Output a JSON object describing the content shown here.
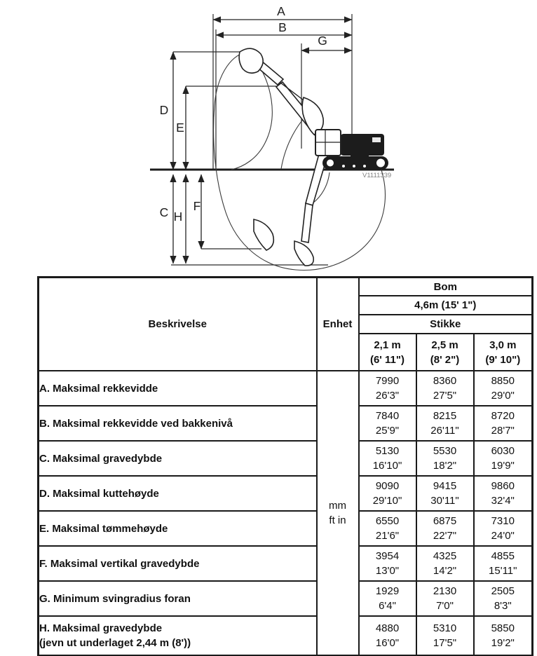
{
  "diagram": {
    "dim_labels": {
      "A": "A",
      "B": "B",
      "G": "G",
      "D": "D",
      "E": "E",
      "C": "C",
      "H": "H",
      "F": "F"
    },
    "figure_code": "V1111339"
  },
  "table": {
    "col_beskrivelse": "Beskrivelse",
    "col_enhet": "Enhet",
    "boom_label": "Bom",
    "boom_size": "4,6m (15' 1\")",
    "stick_label": "Stikke",
    "stick_cols": [
      {
        "size": "2,1 m",
        "imperial": "(6' 11\")"
      },
      {
        "size": "2,5 m",
        "imperial": "(8' 2\")"
      },
      {
        "size": "3,0 m",
        "imperial": "(9' 10\")"
      }
    ],
    "unit_mm": "mm",
    "unit_ftin": "ft in",
    "rows": [
      {
        "desc": "A. Maksimal rekkevidde",
        "v": [
          [
            "7990",
            "26'3\""
          ],
          [
            "8360",
            "27'5\""
          ],
          [
            "8850",
            "29'0\""
          ]
        ]
      },
      {
        "desc": "B. Maksimal rekkevidde ved bakkenivå",
        "v": [
          [
            "7840",
            "25'9\""
          ],
          [
            "8215",
            "26'11\""
          ],
          [
            "8720",
            "28'7\""
          ]
        ]
      },
      {
        "desc": "C. Maksimal gravedybde",
        "v": [
          [
            "5130",
            "16'10\""
          ],
          [
            "5530",
            "18'2\""
          ],
          [
            "6030",
            "19'9\""
          ]
        ]
      },
      {
        "desc": "D. Maksimal kuttehøyde",
        "v": [
          [
            "9090",
            "29'10\""
          ],
          [
            "9415",
            "30'11\""
          ],
          [
            "9860",
            "32'4\""
          ]
        ]
      },
      {
        "desc": "E. Maksimal tømmehøyde",
        "v": [
          [
            "6550",
            "21'6\""
          ],
          [
            "6875",
            "22'7\""
          ],
          [
            "7310",
            "24'0\""
          ]
        ]
      },
      {
        "desc": "F. Maksimal vertikal gravedybde",
        "v": [
          [
            "3954",
            "13'0\""
          ],
          [
            "4325",
            "14'2\""
          ],
          [
            "4855",
            "15'11\""
          ]
        ]
      },
      {
        "desc": "G. Minimum svingradius foran",
        "v": [
          [
            "1929",
            "6'4\""
          ],
          [
            "2130",
            "7'0\""
          ],
          [
            "2505",
            "8'3\""
          ]
        ]
      },
      {
        "desc": "H. Maksimal gravedybde",
        "desc2": "(jevn ut underlaget 2,44 m (8'))",
        "v": [
          [
            "4880",
            "16'0\""
          ],
          [
            "5310",
            "17'5\""
          ],
          [
            "5850",
            "19'2\""
          ]
        ]
      }
    ]
  }
}
